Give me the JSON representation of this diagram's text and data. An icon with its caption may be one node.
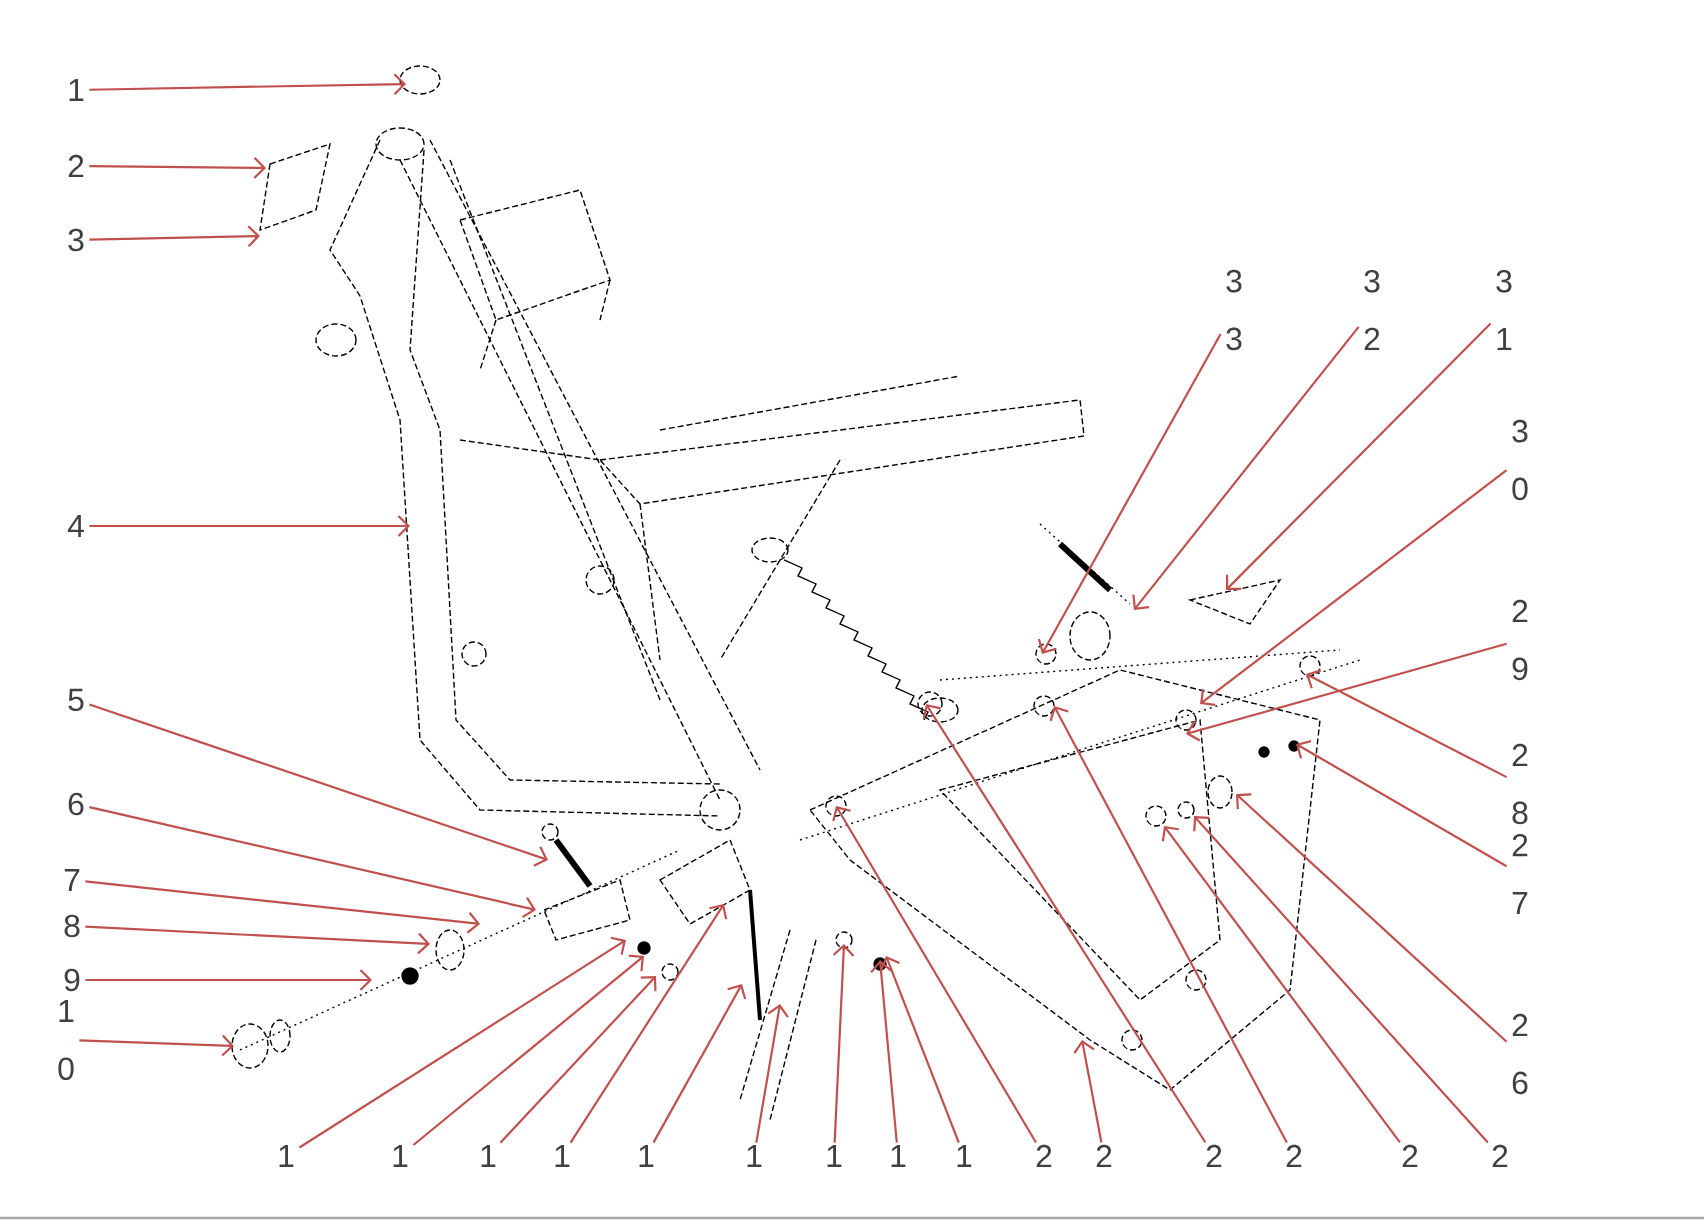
{
  "diagram": {
    "nodes": [
      {
        "text": [
          "1"
        ]
      },
      {
        "text": [
          "2"
        ]
      },
      {
        "text": [
          "3"
        ]
      },
      {
        "text": [
          "4"
        ]
      },
      {
        "text": [
          "5"
        ]
      },
      {
        "text": [
          "6"
        ]
      },
      {
        "text": [
          "7"
        ]
      },
      {
        "text": [
          "8"
        ]
      },
      {
        "text": [
          "9"
        ]
      },
      {
        "text": [
          "1 0"
        ]
      },
      {
        "text": [
          "1"
        ]
      },
      {
        "text": [
          "1"
        ]
      },
      {
        "text": [
          "1"
        ]
      },
      {
        "text": [
          "1"
        ]
      },
      {
        "text": [
          "1"
        ]
      },
      {
        "text": [
          "1"
        ]
      },
      {
        "text": [
          "1"
        ]
      },
      {
        "text": [
          "1"
        ]
      },
      {
        "text": [
          "1"
        ]
      },
      {
        "text": [
          "2"
        ]
      },
      {
        "text": [
          "2"
        ]
      },
      {
        "text": [
          "2"
        ]
      },
      {
        "text": [
          "2"
        ]
      },
      {
        "text": [
          "2"
        ]
      },
      {
        "text": [
          "2"
        ]
      },
      {
        "text": [
          "2 6"
        ]
      },
      {
        "text": [
          "2 7"
        ]
      },
      {
        "text": [
          "2 8"
        ]
      },
      {
        "text": [
          "2 9"
        ]
      },
      {
        "text": [
          "3 0"
        ]
      },
      {
        "text": [
          "3 1"
        ]
      },
      {
        "text": [
          "3 2"
        ]
      },
      {
        "text": [
          "3 3"
        ]
      }
    ],
    "edges": [
      {
        "from": 0,
        "to": null,
        "arrow": "to"
      },
      {
        "from": 1,
        "to": null,
        "arrow": "to"
      },
      {
        "from": 2,
        "to": null,
        "arrow": "to"
      },
      {
        "from": 3,
        "to": null,
        "arrow": "to"
      },
      {
        "from": 4,
        "to": null,
        "arrow": "to"
      },
      {
        "from": 5,
        "to": null,
        "arrow": "to"
      },
      {
        "from": 6,
        "to": null,
        "arrow": "to"
      },
      {
        "from": 7,
        "to": null,
        "arrow": "to"
      },
      {
        "from": 8,
        "to": null,
        "arrow": "to"
      },
      {
        "from": 9,
        "to": null,
        "arrow": "to"
      },
      {
        "from": 10,
        "to": null,
        "arrow": "to"
      },
      {
        "from": 11,
        "to": null,
        "arrow": "to"
      },
      {
        "from": 12,
        "to": null,
        "arrow": "to"
      },
      {
        "from": 13,
        "to": null,
        "arrow": "to"
      },
      {
        "from": 14,
        "to": null,
        "arrow": "to"
      },
      {
        "from": 15,
        "to": null,
        "arrow": "to"
      },
      {
        "from": 16,
        "to": null,
        "arrow": "to"
      },
      {
        "from": 17,
        "to": null,
        "arrow": "to"
      },
      {
        "from": 18,
        "to": null,
        "arrow": "to"
      },
      {
        "from": 19,
        "to": null,
        "arrow": "to"
      },
      {
        "from": 20,
        "to": null,
        "arrow": "to"
      },
      {
        "from": 21,
        "to": null,
        "arrow": "to"
      },
      {
        "from": 22,
        "to": null,
        "arrow": "to"
      },
      {
        "from": 23,
        "to": null,
        "arrow": "to"
      },
      {
        "from": 24,
        "to": null,
        "arrow": "to"
      },
      {
        "from": 25,
        "to": null,
        "arrow": "to"
      },
      {
        "from": 26,
        "to": null,
        "arrow": "to"
      },
      {
        "from": 27,
        "to": null,
        "arrow": "to"
      },
      {
        "from": 28,
        "to": null,
        "arrow": "to"
      },
      {
        "from": 29,
        "to": null,
        "arrow": "to"
      },
      {
        "from": 30,
        "to": null,
        "arrow": "to"
      },
      {
        "from": 31,
        "to": null,
        "arrow": "to"
      },
      {
        "from": 32,
        "to": null,
        "arrow": "to"
      }
    ]
  }
}
